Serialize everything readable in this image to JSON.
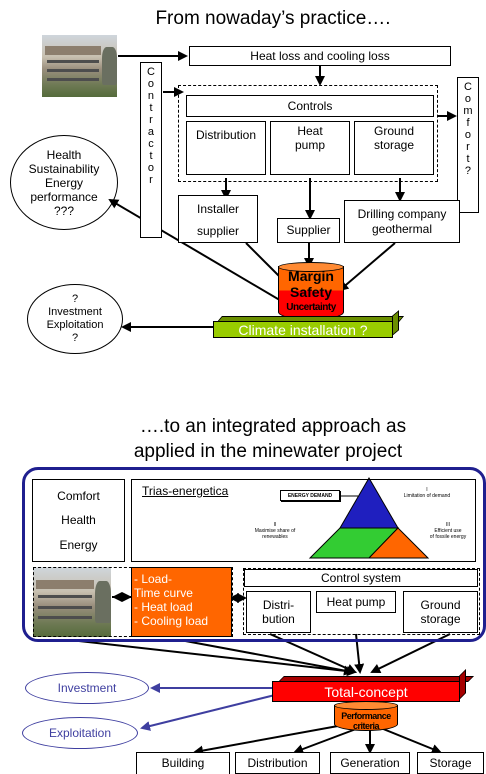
{
  "top": {
    "title": "From nowaday’s practice….",
    "heat_loss_box": "Heat loss and cooling loss",
    "contractor_vertical": "C\no\nn\nt\nr\na\nc\nt\no\nr",
    "comfort_vertical": "C\no\nm\nf\no\nr\nt\n?",
    "controls": "Controls",
    "distribution": "Distribution",
    "heat_pump": "Heat\npump",
    "ground_storage": "Ground\nstorage",
    "installer": "Installer",
    "supplier_left": "supplier",
    "supplier": "Supplier",
    "drilling": "Drilling company\ngeothermal",
    "margin": "Margin",
    "safety": "Safety",
    "uncertainty": "Uncertainty",
    "climate_installation": "Climate installation ?",
    "health_circle": "Health\nSustainability\nEnergy\nperformance\n???",
    "investment_circle": "?\nInvestment\nExploitation\n?"
  },
  "bottom": {
    "title_line1": "….to an integrated approach as",
    "title_line2": "applied in the minewater project",
    "comfort": "Comfort",
    "health": "Health",
    "energy": "Energy",
    "trias": "Trias-energetica",
    "energy_demand": "ENERGY DEMAND",
    "tri_I": "I\nLimitation of demand",
    "tri_II": "II\nMaximise share of\nrenewables",
    "tri_III": "III\nEfficient use\nof fossile energy",
    "orange_box": "- Load-\nTime curve\n- Heat load\n- Cooling load",
    "control_system": "Control system",
    "distribution": "Distri-\nbution",
    "heat_pump": "Heat pump",
    "ground_storage": "Ground\nstorage",
    "total_concept": "Total-concept",
    "performance_criteria": "Performance criteria",
    "investment": "Investment",
    "exploitation": "Exploitation",
    "building": "Building",
    "distribution2": "Distribution",
    "generation": "Generation",
    "storage": "Storage"
  },
  "colors": {
    "orange": "#ff6600",
    "green_bar": "#99cc00",
    "red": "#ff0000",
    "yellow": "#ffff00",
    "navy": "#1f1f8f",
    "oval_blue": "#3f3fa0",
    "triangle_blue": "#1f1fbf",
    "triangle_green": "#33cc33",
    "triangle_orange": "#ff6600"
  }
}
